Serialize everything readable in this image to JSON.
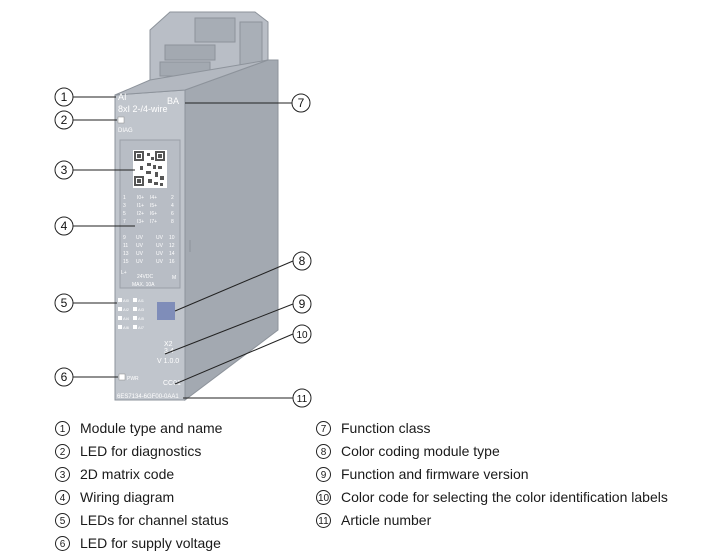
{
  "module": {
    "type_line1": "AI",
    "type_line2": "8xI 2-/4-wire",
    "function_class": "BA",
    "diag_label": "DIAG",
    "terminal_left": [
      "1",
      "3",
      "5",
      "7"
    ],
    "terminal_right": [
      "2",
      "4",
      "6",
      "8"
    ],
    "wire_labels_col1": [
      "I0+",
      "I1+",
      "I2+",
      "I3+"
    ],
    "wire_labels_col2": [
      "I4+",
      "I5+",
      "I6+",
      "I7+"
    ],
    "uv_terminals_left": [
      "9",
      "11",
      "13",
      "15"
    ],
    "uv_terminals_right": [
      "10",
      "12",
      "14",
      "16"
    ],
    "uv_label": "UV",
    "supply_l": "L+",
    "supply_m": "M",
    "supply_voltage": "24VDC",
    "supply_current": "MAX. 10A",
    "channel_leds": [
      "AI0",
      "AI1",
      "AI2",
      "AI3",
      "AI4",
      "AI5",
      "AI6",
      "AI7"
    ],
    "fw_version": "V 1.0.0",
    "fw_symbol": "X2\n3 4",
    "color_code": "CC01",
    "pwr_label": "PWR",
    "article_number": "6ES7134-6GF00-0AA1",
    "qr_color": "#7f8db9"
  },
  "callouts": [
    "1",
    "2",
    "3",
    "4",
    "5",
    "6",
    "7",
    "8",
    "9",
    "10",
    "11"
  ],
  "legend": [
    {
      "num": "1",
      "text": "Module type and name"
    },
    {
      "num": "2",
      "text": "LED for diagnostics"
    },
    {
      "num": "3",
      "text": "2D matrix code"
    },
    {
      "num": "4",
      "text": "Wiring diagram"
    },
    {
      "num": "5",
      "text": "LEDs for channel status"
    },
    {
      "num": "6",
      "text": "LED for supply voltage"
    },
    {
      "num": "7",
      "text": "Function class"
    },
    {
      "num": "8",
      "text": "Color coding module type"
    },
    {
      "num": "9",
      "text": "Function and firmware version"
    },
    {
      "num": "10",
      "text": "Color code for selecting the color identification labels"
    },
    {
      "num": "11",
      "text": "Article number"
    }
  ]
}
